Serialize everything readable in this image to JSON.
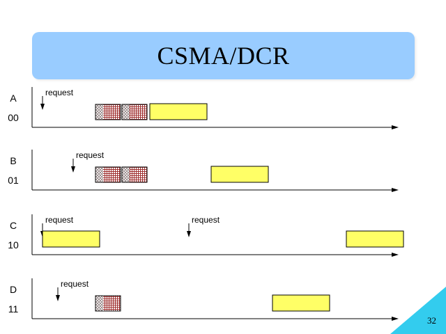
{
  "title": "CSMA/DCR",
  "page_number": "32",
  "colors": {
    "title_background": "#99ccff",
    "corner": "#33ccee",
    "frame": "#ffff66",
    "contention": "#c8a0a0",
    "axis": "#000000"
  },
  "timelines": [
    {
      "station": "A",
      "address": "00",
      "requests": [
        {
          "label": "request",
          "time": 1
        }
      ],
      "contention_slots": [
        {
          "type": "collision",
          "start": 20,
          "end": 29
        },
        {
          "type": "collision",
          "start": 29.5,
          "end": 38.5
        }
      ],
      "frames": [
        {
          "start": 39.5,
          "end": 60
        }
      ]
    },
    {
      "station": "B",
      "address": "01",
      "requests": [
        {
          "label": "request",
          "time": 12
        }
      ],
      "contention_slots": [
        {
          "type": "collision",
          "start": 20,
          "end": 29
        },
        {
          "type": "collision",
          "start": 29.5,
          "end": 38.5
        }
      ],
      "frames": [
        {
          "start": 61.5,
          "end": 82
        }
      ]
    },
    {
      "station": "C",
      "address": "10",
      "requests": [
        {
          "label": "request",
          "time": 1
        },
        {
          "label": "request",
          "time": 53.5
        }
      ],
      "contention_slots": [],
      "frames": [
        {
          "start": 1,
          "end": 21.5
        },
        {
          "start": 110,
          "end": 130.5
        }
      ]
    },
    {
      "station": "D",
      "address": "11",
      "requests": [
        {
          "label": "request",
          "time": 6.5
        }
      ],
      "contention_slots": [
        {
          "type": "single",
          "start": 20,
          "end": 29
        }
      ],
      "frames": [
        {
          "start": 83.5,
          "end": 104
        }
      ]
    }
  ]
}
